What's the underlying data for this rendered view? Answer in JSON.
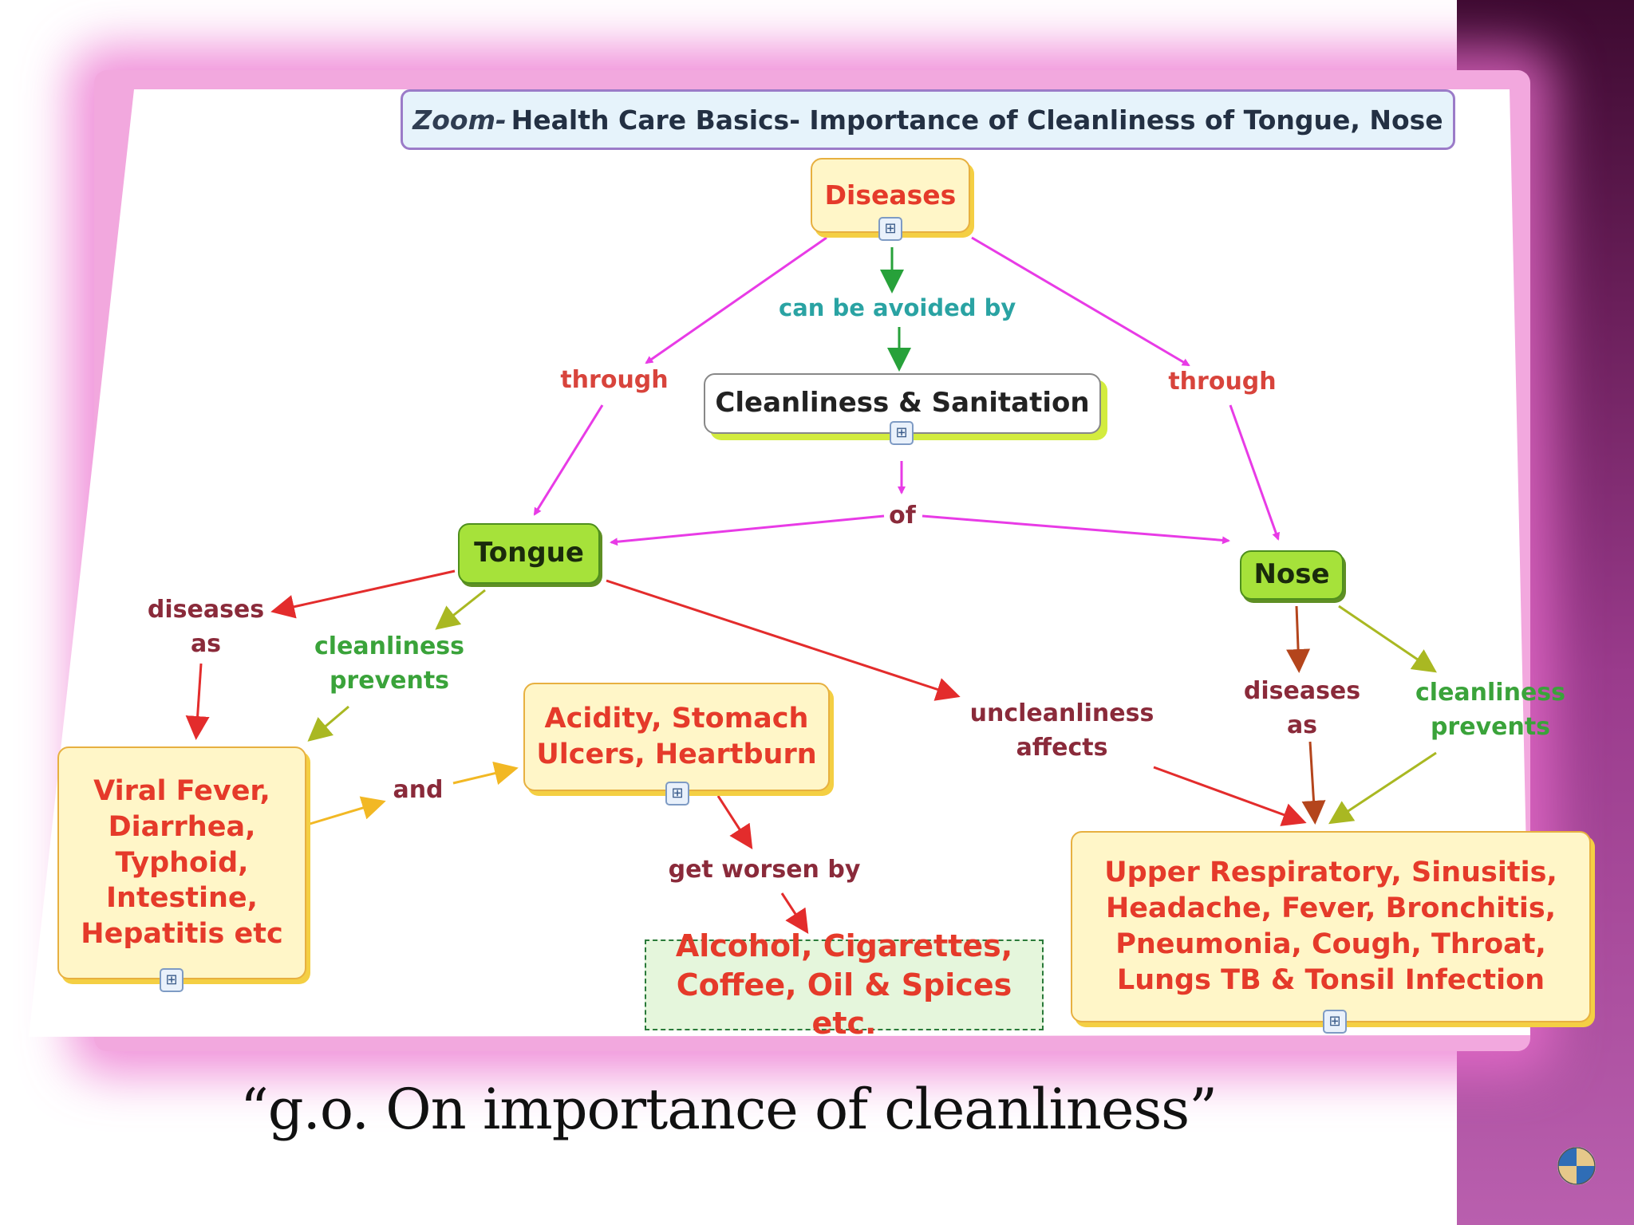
{
  "title": {
    "prefix": "Zoom-",
    "text": "Health Care Basics- Importance of Cleanliness of Tongue, Nose"
  },
  "nodes": {
    "diseases": "Diseases",
    "cleanliness": "Cleanliness & Sanitation",
    "tongue": "Tongue",
    "nose": "Nose",
    "viral": [
      "Viral Fever,",
      "Diarrhea,",
      "Typhoid,",
      "Intestine,",
      "Hepatitis etc"
    ],
    "acidity": [
      "Acidity, Stomach",
      "Ulcers, Heartburn"
    ],
    "alcohol": [
      "Alcohol, Cigarettes,",
      "Coffee, Oil & Spices etc."
    ],
    "upper": [
      "Upper Respiratory, Sinusitis,",
      "Headache, Fever, Bronchitis,",
      "Pneumonia, Cough, Throat,",
      "Lungs TB & Tonsil Infection"
    ]
  },
  "links": {
    "can_be_avoided": "can be avoided by",
    "through_left": "through",
    "through_right": "through",
    "of": "of",
    "diseases_as_left": [
      "diseases",
      "as"
    ],
    "cleanliness_prevents_left": [
      "cleanliness",
      "prevents"
    ],
    "and": "and",
    "uncleanliness_affects": [
      "uncleanliness",
      "affects"
    ],
    "get_worsen": "get worsen by",
    "diseases_as_right": [
      "diseases",
      "as"
    ],
    "cleanliness_prevents_right": [
      "cleanliness",
      "prevents"
    ]
  },
  "caption": "“g.o. On importance of cleanliness”",
  "colors": {
    "magenta_arrow": "#e83be6",
    "green_arrow": "#27a13a",
    "red_arrow": "#e32c2c",
    "olive_arrow": "#a9b822",
    "yellow_arrow": "#f2b824",
    "brown_arrow": "#b4451c",
    "link_teal": "#2aa3a3",
    "link_red": "#d8443c",
    "link_maroon": "#8a2a3a",
    "link_green": "#3aa33a",
    "node_red": "#e53a2a"
  }
}
